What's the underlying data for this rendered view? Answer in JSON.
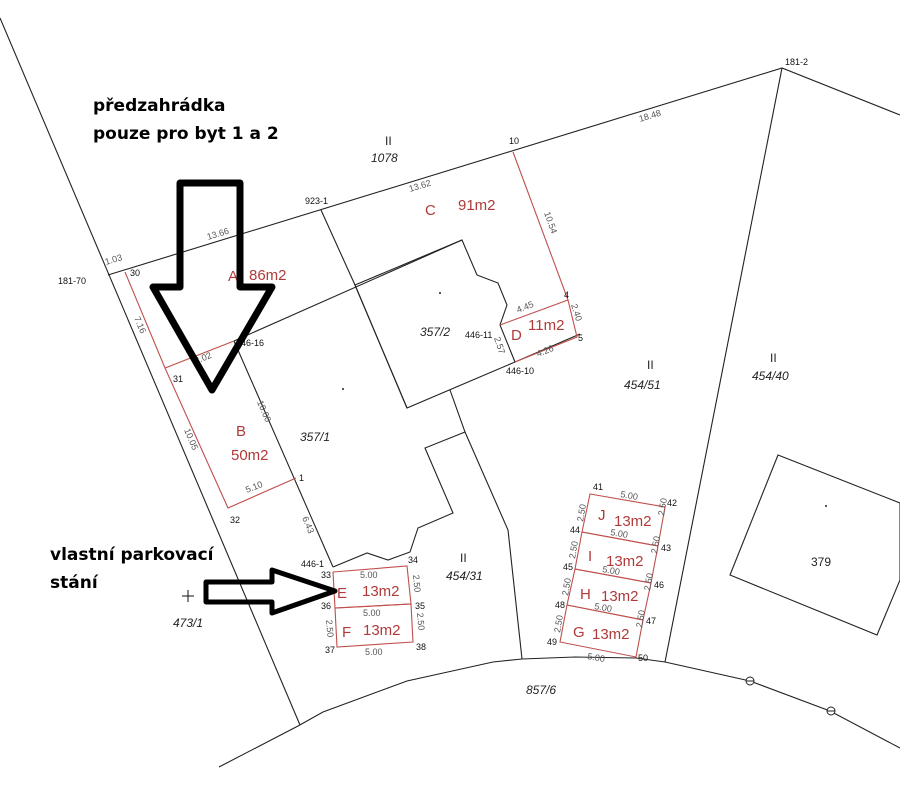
{
  "annotations": {
    "front_garden": [
      "předzahrádka",
      "pouze pro byt 1 a 2"
    ],
    "parking": [
      "vlastní parkovací",
      "stání"
    ]
  },
  "parcels": {
    "p1078": {
      "class": "II",
      "number": "1078"
    },
    "p357_2": "357/2",
    "p357_1": "357/1",
    "p454_51": {
      "class": "II",
      "number": "454/51"
    },
    "p454_40": {
      "class": "II",
      "number": "454/40"
    },
    "p454_31": {
      "class": "II",
      "number": "454/31"
    },
    "p857_6": "857/6",
    "p379": "379",
    "p473_1": "473/1"
  },
  "areas": {
    "A": {
      "letter": "A",
      "size": "86m2"
    },
    "B": {
      "letter": "B",
      "size": "50m2"
    },
    "C": {
      "letter": "C",
      "size": "91m2"
    },
    "D": {
      "letter": "D",
      "size": "11m2"
    },
    "E": {
      "letter": "E",
      "size": "13m2"
    },
    "F": {
      "letter": "F",
      "size": "13m2"
    },
    "G": {
      "letter": "G",
      "size": "13m2"
    },
    "H": {
      "letter": "H",
      "size": "13m2"
    },
    "I": {
      "letter": "I",
      "size": "13m2"
    },
    "J": {
      "letter": "J",
      "size": "13m2"
    }
  },
  "points": [
    "181-70",
    "30",
    "31",
    "32",
    "1",
    "446-16",
    "923-1",
    "10",
    "4",
    "5",
    "446-11",
    "446-10",
    "446-1",
    "33",
    "34",
    "35",
    "36",
    "37",
    "38",
    "181-2",
    "41",
    "42",
    "43",
    "44",
    "45",
    "46",
    "47",
    "48",
    "49",
    "50"
  ],
  "dimensions": {
    "d1_03": "1.03",
    "d13_66": "13.66",
    "d13_62": "13.62",
    "d18_48": "18.48",
    "d10_54": "10.54",
    "d7_16": "7.16",
    "d10_05": "10.05",
    "d2_02": "2.02",
    "d10_00": "10.00",
    "d5_10": "5.10",
    "d6_43": "6.43",
    "d4_45": "4.45",
    "d2_40": "2.40",
    "d2_57": "2.57",
    "d4_26": "4.26",
    "width": "5.00",
    "depth": "2.50"
  },
  "colors": {
    "lines": "#222222",
    "planned": "#c0504d",
    "arrows": "#000000"
  }
}
